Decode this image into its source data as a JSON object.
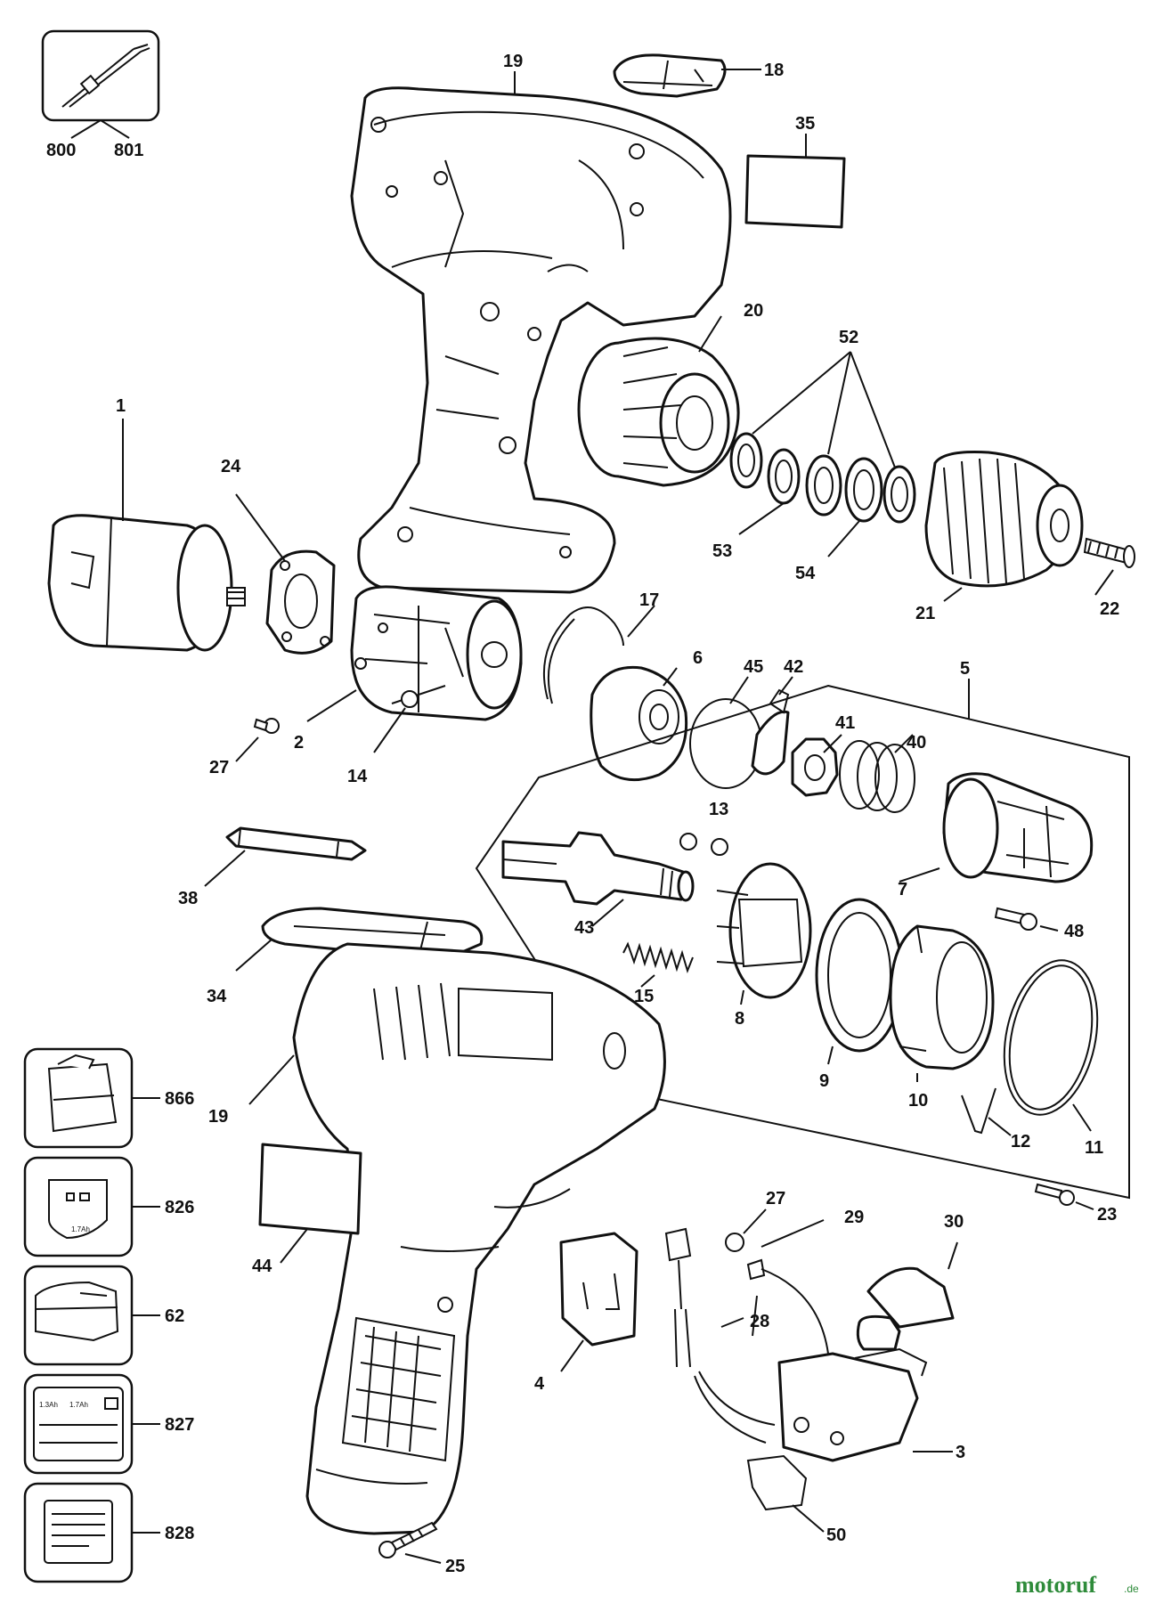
{
  "callouts": {
    "c800": "800",
    "c801": "801",
    "c19a": "19",
    "c18": "18",
    "c35": "35",
    "c20": "20",
    "c52": "52",
    "c1": "1",
    "c24": "24",
    "c53": "53",
    "c54": "54",
    "c21": "21",
    "c22": "22",
    "c17": "17",
    "c6": "6",
    "c45": "45",
    "c42": "42",
    "c5": "5",
    "c41": "41",
    "c40": "40",
    "c2": "2",
    "c27a": "27",
    "c14": "14",
    "c13": "13",
    "c38": "38",
    "c7": "7",
    "c43": "43",
    "c48": "48",
    "c34": "34",
    "c15": "15",
    "c8": "8",
    "c9": "9",
    "c866": "866",
    "c19b": "19",
    "c10": "10",
    "c12": "12",
    "c11": "11",
    "c826": "826",
    "c27b": "27",
    "c23": "23",
    "c30": "30",
    "c29": "29",
    "c44": "44",
    "c62": "62",
    "c4": "4",
    "c28": "28",
    "c3": "3",
    "c827": "827",
    "c828": "828",
    "c50": "50",
    "c25": "25"
  },
  "labels": {
    "battery_label_826": "1.7Ah",
    "label_827_a": "1.3Ah",
    "label_827_b": "1.7Ah"
  },
  "watermark": {
    "brand": "motoruf",
    "suffix": ".de"
  },
  "colors": {
    "line": "#111111",
    "watermark": "#2e8b3a"
  }
}
